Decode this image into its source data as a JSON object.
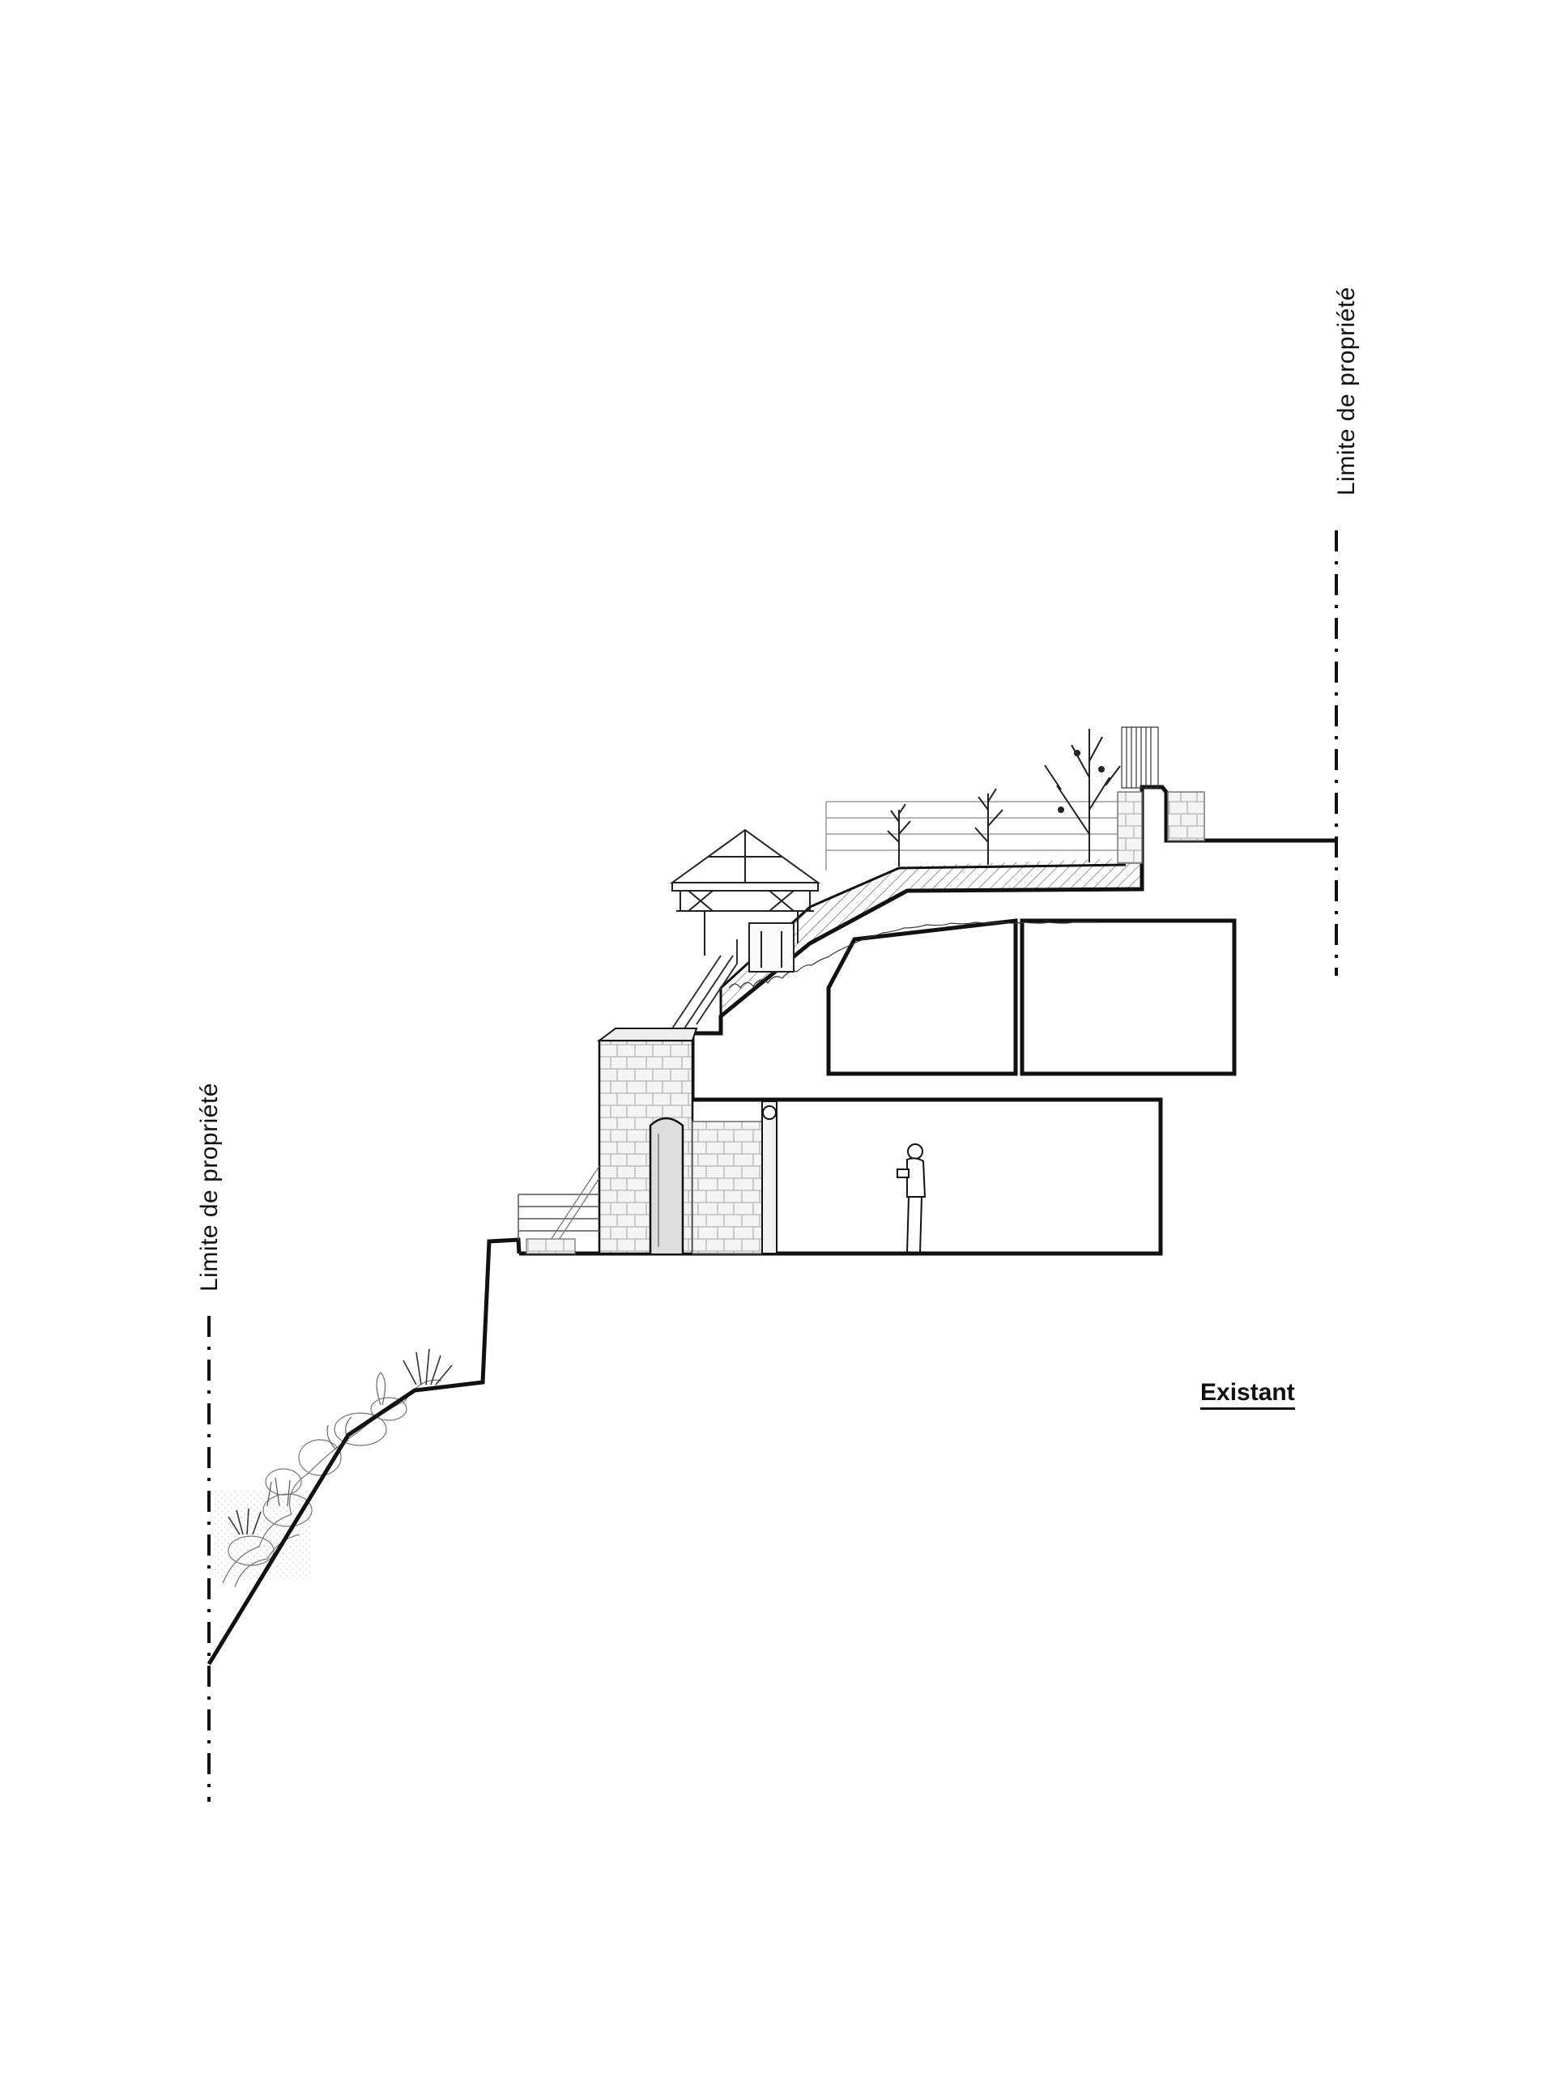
{
  "title": "Existant",
  "property_limit_label_left": "Limite de propriété",
  "property_limit_label_right": "Limite de propriété",
  "colors": {
    "line": "#111111",
    "light_line": "#9a9a9a",
    "hatch": "#555555",
    "background": "#ffffff"
  },
  "icons": [
    "person-figure",
    "gazebo",
    "tree",
    "shrub",
    "stone-wall",
    "railing",
    "door"
  ]
}
